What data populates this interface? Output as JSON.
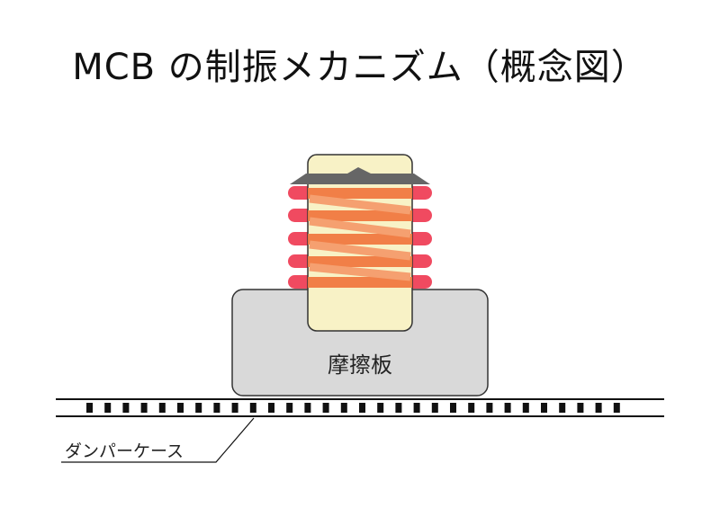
{
  "title": "MCB の制振メカニズム（概念図）",
  "labels": {
    "friction_plate": "摩擦板",
    "damper_case": "ダンパーケース"
  },
  "colors": {
    "coil_red": "#f04a60",
    "coil_orange": "#f07840",
    "inner_cylinder": "#f8f2c6",
    "cap_gray": "#666666",
    "friction_plate": "#d9d9d9"
  }
}
